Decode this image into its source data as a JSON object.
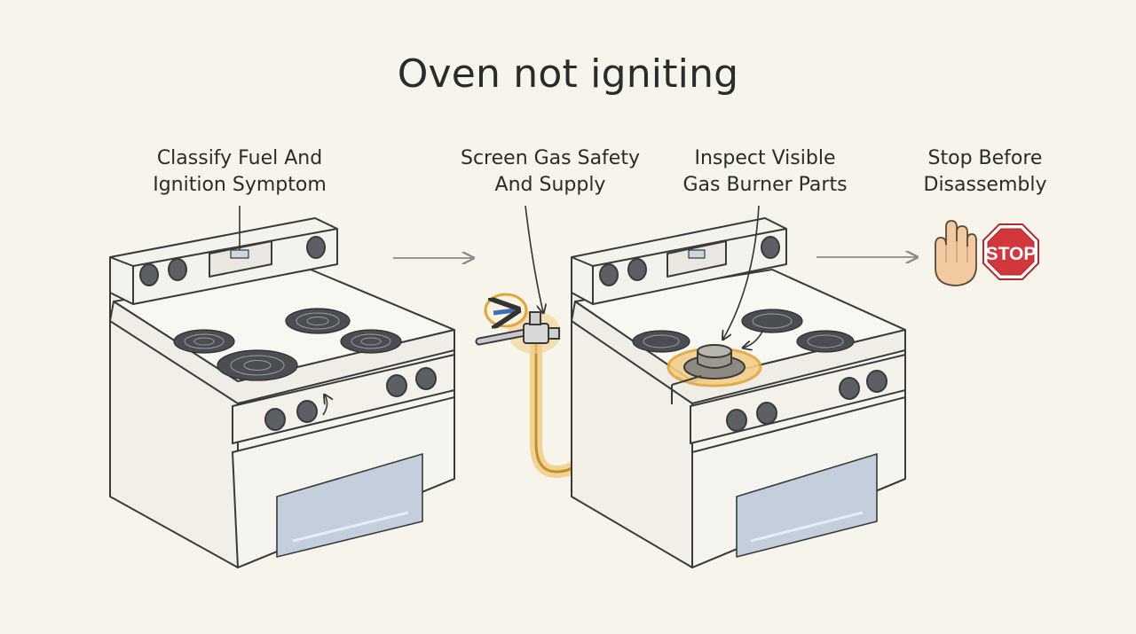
{
  "title": "Oven not igniting",
  "steps": [
    {
      "line1": "Classify Fuel And",
      "line2": "Ignition Symptom"
    },
    {
      "line1": "Screen Gas Safety",
      "line2": "And Supply"
    },
    {
      "line1": "Inspect Visible",
      "line2": "Gas Burner Parts"
    },
    {
      "line1": "Stop Before",
      "line2": "Disassembly"
    }
  ],
  "stop_sign": {
    "text": "STOP"
  },
  "icons": [
    "electric-range-icon",
    "gas-valve-icon",
    "gas-range-icon",
    "raised-hand-icon",
    "stop-sign-icon"
  ],
  "colors": {
    "background": "#f7f4ec",
    "line": "#3a3a3a",
    "gas_highlight": "#e9b04a",
    "stop_red": "#d2373c",
    "valve_arrow": "#3f6fb3",
    "oven_glass": "#b9c6d6"
  }
}
